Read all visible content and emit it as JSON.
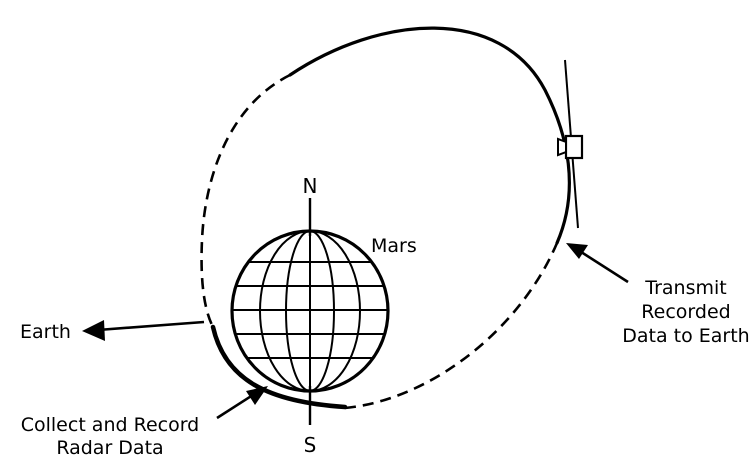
{
  "diagram": {
    "labels": {
      "north": "N",
      "south": "S",
      "planet": "Mars",
      "earth": "Earth",
      "collect_line1": "Collect and Record",
      "collect_line2": "Radar Data",
      "transmit_line1": "Transmit",
      "transmit_line2": "Recorded",
      "transmit_line3": "Data to Earth"
    },
    "colors": {
      "ink": "#000000",
      "background": "#ffffff"
    }
  }
}
